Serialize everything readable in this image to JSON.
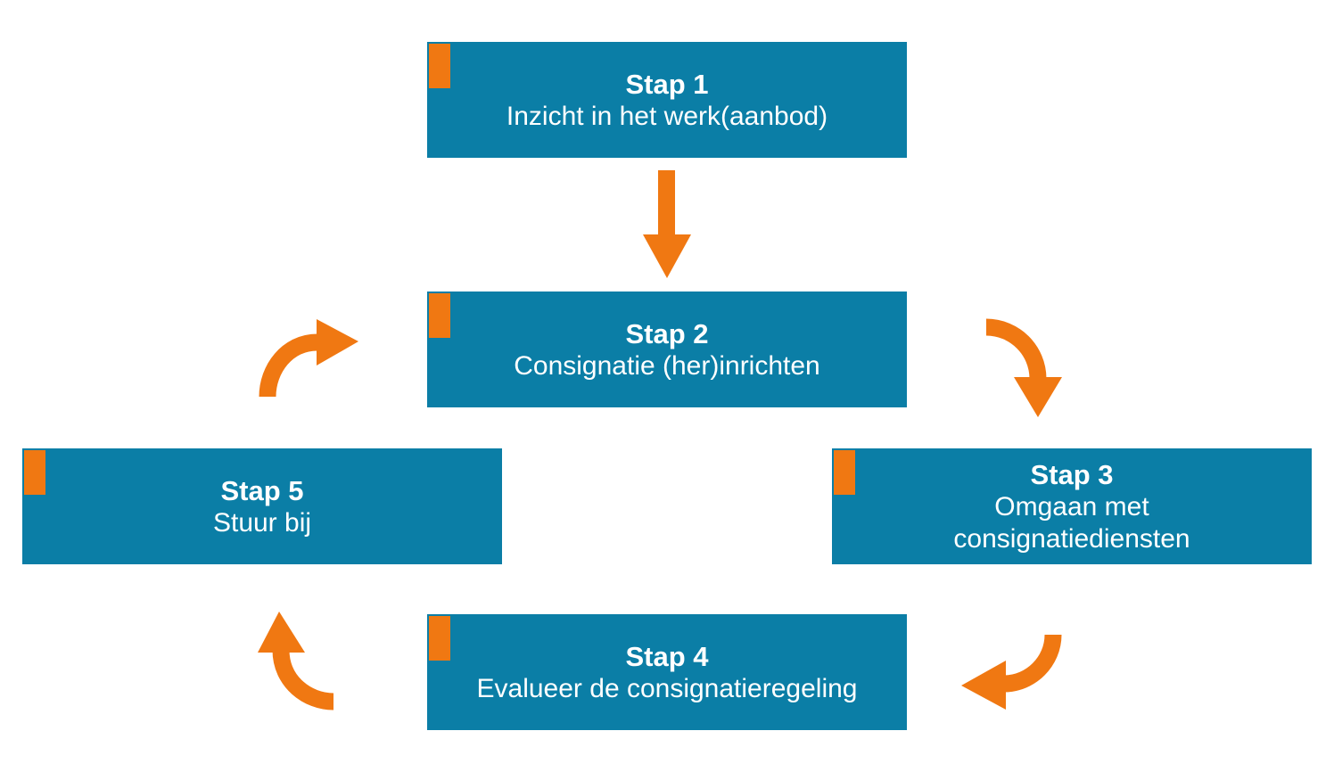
{
  "colors": {
    "box": "#0b7ea6",
    "accent": "#f07812",
    "text": "#ffffff",
    "background": "#ffffff"
  },
  "steps": [
    {
      "title": "Stap 1",
      "description": [
        "Inzicht in het werk(aanbod)"
      ]
    },
    {
      "title": "Stap 2",
      "description": [
        "Consignatie (her)inrichten"
      ]
    },
    {
      "title": "Stap 3",
      "description": [
        "Omgaan met",
        "consignatiediensten"
      ]
    },
    {
      "title": "Stap 4",
      "description": [
        "Evalueer de consignatieregeling"
      ]
    },
    {
      "title": "Stap 5",
      "description": [
        "Stuur bij"
      ]
    }
  ],
  "connectors": [
    {
      "from": "Stap 1",
      "to": "Stap 2",
      "icon": "arrow-down-icon"
    },
    {
      "from": "Stap 2",
      "to": "Stap 3",
      "icon": "curved-arrow-icon"
    },
    {
      "from": "Stap 3",
      "to": "Stap 4",
      "icon": "curved-arrow-icon"
    },
    {
      "from": "Stap 4",
      "to": "Stap 5",
      "icon": "curved-arrow-icon"
    },
    {
      "from": "Stap 5",
      "to": "Stap 2",
      "icon": "curved-arrow-icon"
    }
  ]
}
